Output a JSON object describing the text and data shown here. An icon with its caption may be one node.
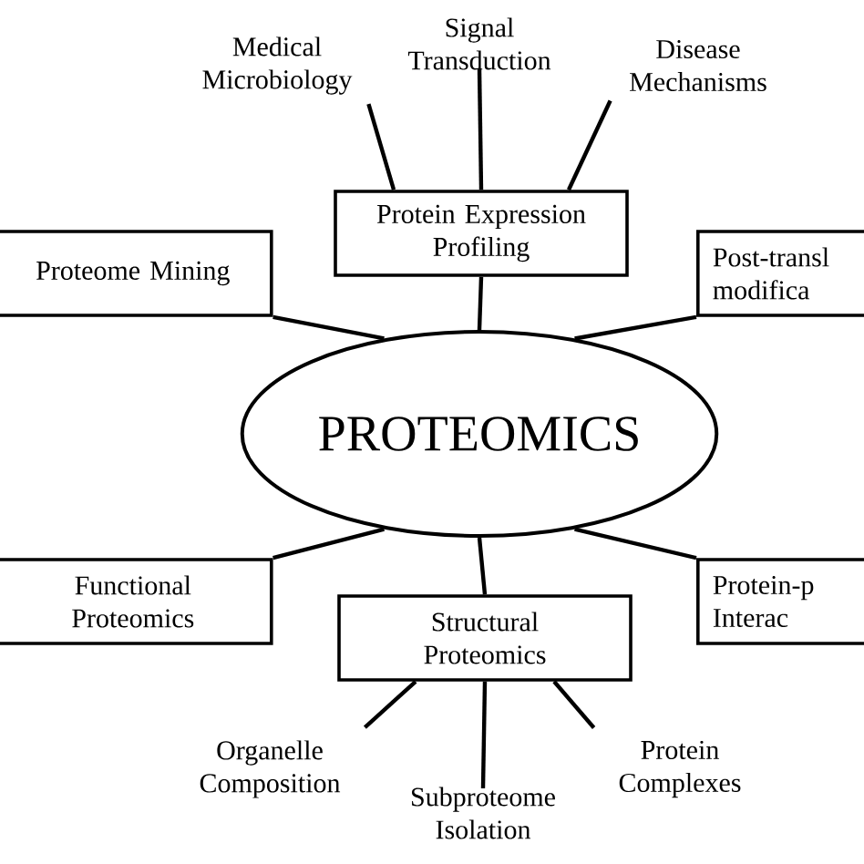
{
  "diagram": {
    "nodes": [
      {
        "text": [
          "PROTEOMICS"
        ]
      },
      {
        "text": [
          "Protein Expression Profiling"
        ]
      },
      {
        "text": [
          "Medical Microbiology"
        ]
      },
      {
        "text": [
          "Signal Transduction"
        ]
      },
      {
        "text": [
          "Disease Mechanisms"
        ]
      },
      {
        "text": [
          "Proteome Mining"
        ]
      },
      {
        "text": [
          "Post-transl modifica"
        ]
      },
      {
        "text": [
          "Functional Proteomics"
        ]
      },
      {
        "text": [
          "Protein-p Interac"
        ]
      },
      {
        "text": [
          "Structural Proteomics"
        ]
      },
      {
        "text": [
          "Organelle Composition"
        ]
      },
      {
        "text": [
          "Subproteome Isolation"
        ]
      },
      {
        "text": [
          "Protein Complexes"
        ]
      }
    ],
    "edges": [
      {
        "from": 0,
        "to": 1,
        "arrow": "none"
      },
      {
        "from": 1,
        "to": 2,
        "arrow": "none"
      },
      {
        "from": 1,
        "to": 3,
        "arrow": "none"
      },
      {
        "from": 1,
        "to": 4,
        "arrow": "none"
      },
      {
        "from": 0,
        "to": 5,
        "arrow": "none"
      },
      {
        "from": 0,
        "to": 6,
        "arrow": "none"
      },
      {
        "from": 0,
        "to": 7,
        "arrow": "none"
      },
      {
        "from": 0,
        "to": 8,
        "arrow": "none"
      },
      {
        "from": 0,
        "to": 9,
        "arrow": "none"
      },
      {
        "from": 9,
        "to": 10,
        "arrow": "none"
      },
      {
        "from": 9,
        "to": 11,
        "arrow": "none"
      },
      {
        "from": 9,
        "to": 12,
        "arrow": "none"
      }
    ]
  }
}
